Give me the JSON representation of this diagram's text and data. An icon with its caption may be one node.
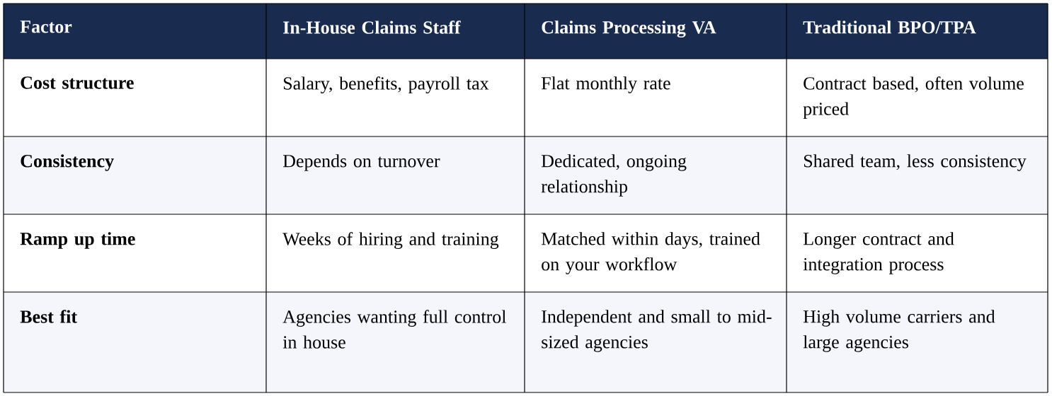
{
  "diagram": {
    "labels": [
      "Factor",
      "In-House Claims Staff",
      "Claims Processing VA",
      "Traditional BPO/TPA",
      "Cost structure",
      "Salary, benefits, payroll tax",
      "Flat monthly rate",
      "Contract based, often volume priced",
      "Consistency",
      "Depends on turnover",
      "Dedicated, ongoing relationship",
      "Shared team, less consistency",
      "Ramp up time",
      "Weeks of hiring and training",
      "Matched within days, trained on your workflow",
      "Longer contract and integration process",
      "Best fit",
      "Agencies wanting full control in house",
      "Independent and small to mid-sized agencies",
      "High volume carriers and large agencies"
    ]
  }
}
